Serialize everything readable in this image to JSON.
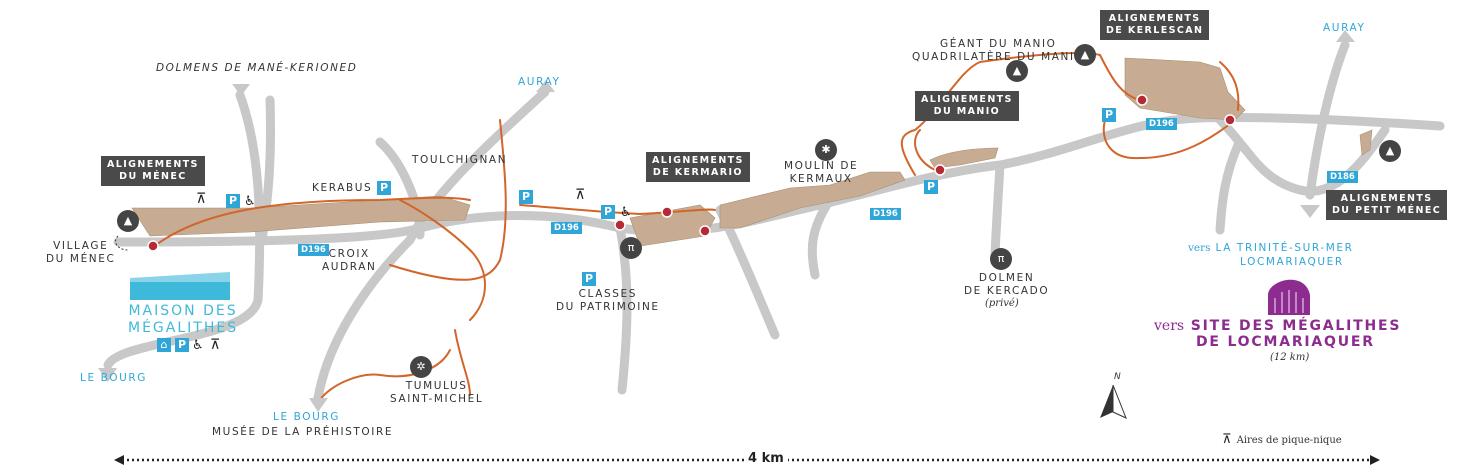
{
  "alignments": {
    "menec": "ALIGNEMENTS\nDU MÉNEC",
    "kermario": "ALIGNEMENTS\nDE KERMARIO",
    "manio": "ALIGNEMENTS\nDU MANIO",
    "kerlescan": "ALIGNEMENTS\nDE KERLESCAN",
    "petit_menec": "ALIGNEMENTS\nDU PETIT MÉNEC"
  },
  "places": {
    "dolmens_mane_kerioned": "DOLMENS DE MANÉ-KERIONED",
    "village_menec": "VILLAGE\nDU MÉNEC",
    "kerabus": "KERABUS",
    "toulchignan": "TOULCHIGNAN",
    "croix_audran": "CROIX\nAUDRAN",
    "classes_patrimoine": "CLASSES\nDU PATRIMOINE",
    "moulin_kermaux": "MOULIN DE\nKERMAUX",
    "geant_manio": "GÉANT DU MANIO\nQUADRILATÈRE DU MANIO",
    "dolmen_kercado": "DOLMEN\nDE KERCADO",
    "prive": "(privé)",
    "tumulus": "TUMULUS\nSAINT-MICHEL",
    "musee": "MUSÉE DE LA PRÉHISTOIRE"
  },
  "destinations": {
    "auray_1": "AURAY",
    "auray_2": "AURAY",
    "le_bourg_1": "LE BOURG",
    "le_bourg_2": "LE BOURG",
    "trinite_prefix": "vers",
    "trinite": "LA TRINITÉ-SUR-MER",
    "locmariaquer": "LOCMARIAQUER",
    "site_prefix": "vers",
    "site": "SITE DES MÉGALITHES",
    "site_2": "DE LOCMARIAQUER",
    "site_km": "(12 km)"
  },
  "maison": "MAISON DES\nMÉGALITHES",
  "roads": {
    "d196": "D196",
    "d186": "D186"
  },
  "parking": "P",
  "north": "N",
  "legend_picnic": "Aires de pique-nique",
  "scale": "4 km",
  "colors": {
    "stone_field": "#c7ab93",
    "road": "#c8c8c8",
    "trail": "#d2652a",
    "info": "#2fa6d8",
    "label_bg": "#4a4a4a",
    "site": "#8b2c8e"
  }
}
